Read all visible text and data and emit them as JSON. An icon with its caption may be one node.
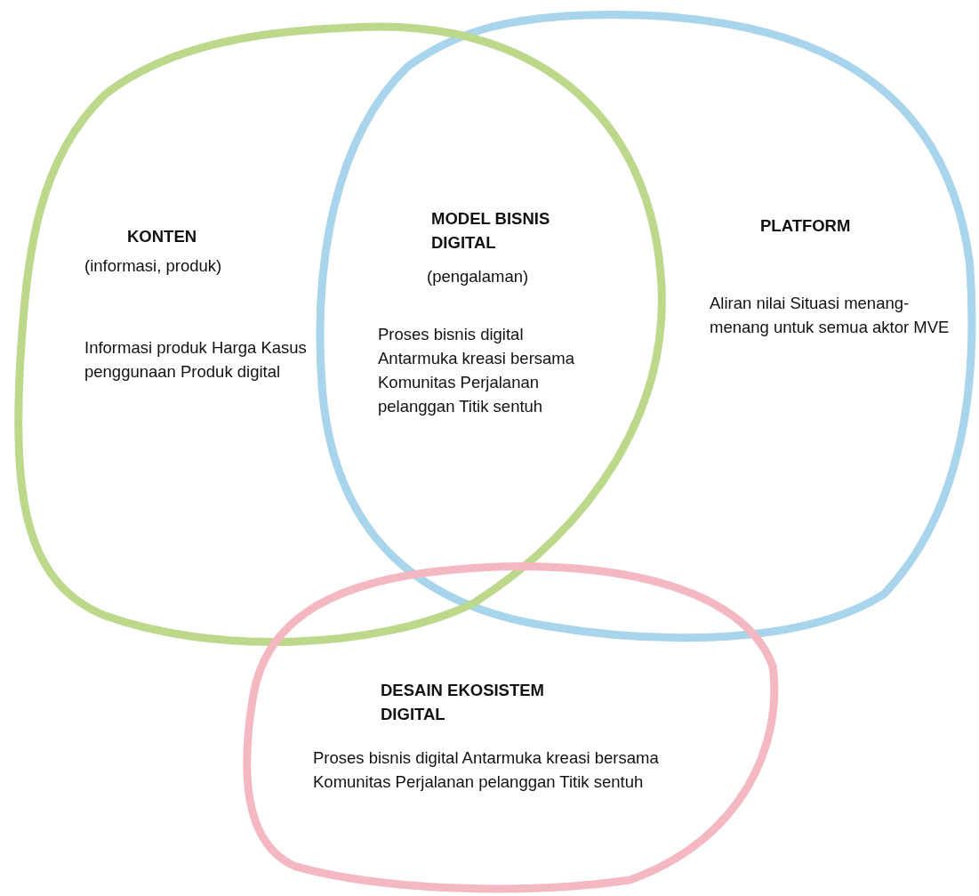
{
  "diagram": {
    "nodes": [
      {
        "text": [
          "KONTEN",
          "(informasi, produk)",
          "Informasi produk Harga Kasus penggunaan Produk digital"
        ]
      },
      {
        "text": [
          "PLATFORM",
          "Aliran nilai Situasi menang-menang untuk semua aktor MVE"
        ]
      },
      {
        "text": [
          "DESAIN EKOSISTEM DIGITAL",
          "Proses bisnis digital Antarmuka kreasi bersama Komunitas Perjalanan pelanggan Titik sentuh"
        ]
      }
    ],
    "edges": [],
    "labels": [
      "MODEL BISNIS DIGITAL",
      "(pengalaman)",
      "Proses bisnis digital Antarmuka kreasi bersama Komunitas Perjalanan pelanggan Titik sentuh"
    ]
  }
}
